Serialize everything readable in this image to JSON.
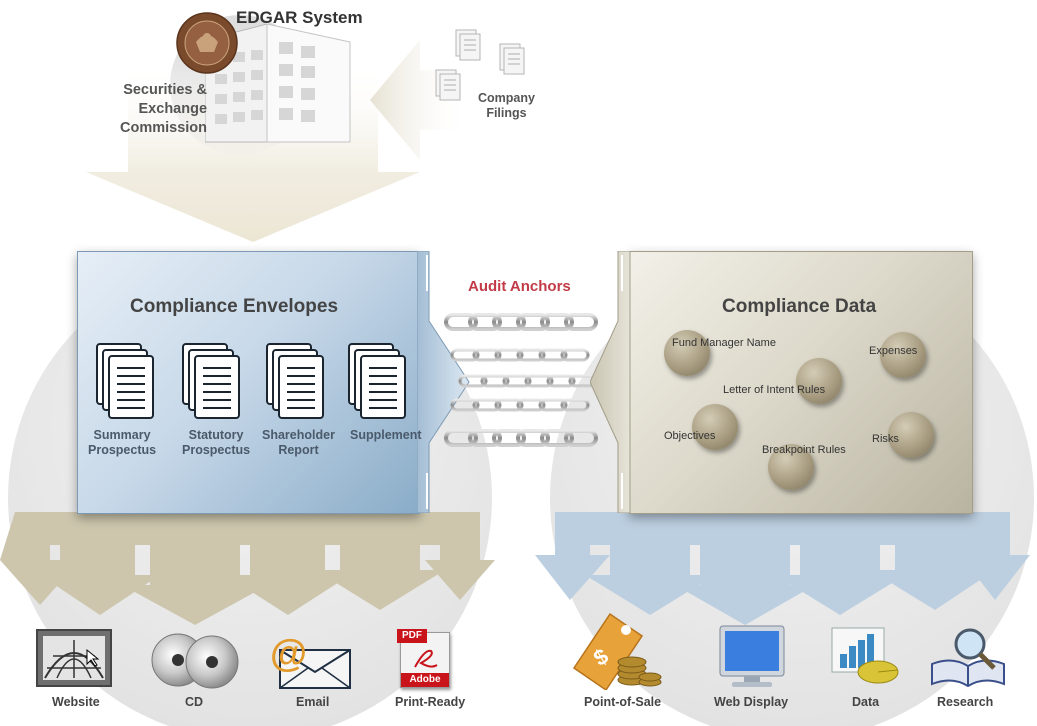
{
  "source": {
    "title": "EDGAR System",
    "agency": [
      "Securities &",
      "Exchange",
      "Commission"
    ],
    "filings": [
      "Company",
      "Filings"
    ]
  },
  "envelopes": {
    "title": "Compliance Envelopes",
    "docs": [
      {
        "line1": "Summary",
        "line2": "Prospectus"
      },
      {
        "line1": "Statutory",
        "line2": "Prospectus"
      },
      {
        "line1": "Shareholder",
        "line2": "Report"
      },
      {
        "line1": "Supplement",
        "line2": ""
      }
    ]
  },
  "anchors": {
    "title": "Audit Anchors"
  },
  "data": {
    "title": "Compliance Data",
    "items": [
      "Fund Manager Name",
      "Expenses",
      "Letter of Intent Rules",
      "Objectives",
      "Breakpoint Rules",
      "Risks"
    ]
  },
  "outputs_left": [
    {
      "label": "Website",
      "icon": "globe-window-icon"
    },
    {
      "label": "CD",
      "icon": "cd-icon"
    },
    {
      "label": "Email",
      "icon": "email-icon"
    },
    {
      "label": "Print-Ready",
      "icon": "pdf-icon",
      "badge": "PDF",
      "badge_sub": "Adobe"
    }
  ],
  "outputs_right": [
    {
      "label": "Point-of-Sale",
      "icon": "price-tag-coins-icon"
    },
    {
      "label": "Web Display",
      "icon": "monitor-icon"
    },
    {
      "label": "Data",
      "icon": "chart-icon"
    },
    {
      "label": "Research",
      "icon": "book-magnifier-icon"
    }
  ],
  "colors": {
    "left_accent": "#c9c2a8",
    "right_accent": "#b9cde0",
    "anchor_title": "#c23b47"
  }
}
